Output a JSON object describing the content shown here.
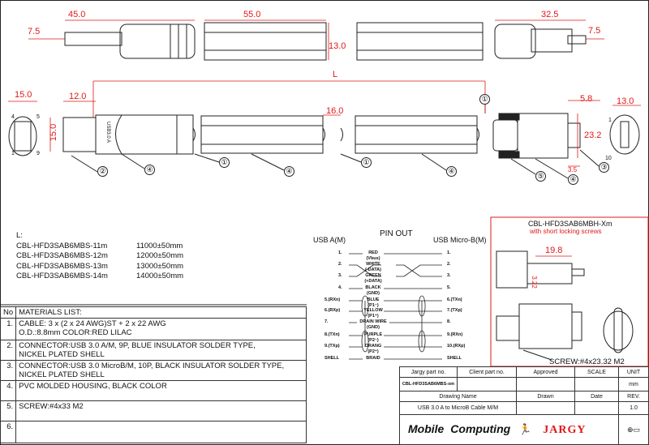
{
  "dimensions": {
    "top_a_len": "45.0",
    "top_a_tip": "7.5",
    "top_mid_len": "55.0",
    "top_mid_h": "13.0",
    "top_b_len": "32.5",
    "top_b_tip": "7.5",
    "overall": "L",
    "a_face_w": "15.0",
    "a_plug_len": "12.0",
    "a_plug_h": "15.0",
    "mid_16": "16.0",
    "b_5_8": "5.8",
    "b_h": "23.2",
    "b_3_5": "3.5",
    "b_face_w": "13.0",
    "alt_len": "19.8",
    "alt_h": "3.22"
  },
  "balloons": [
    "①",
    "②",
    "③",
    "④",
    "⑤"
  ],
  "pin_labels": {
    "a_face": [
      "4",
      "5",
      "1",
      "9"
    ],
    "b_face": [
      "1",
      "10"
    ]
  },
  "plug_marking": "USB3.0 A",
  "lengths": {
    "heading": "L:",
    "rows": [
      {
        "part": "CBL-HFD3SAB6MBS-11m",
        "length": "11000±50mm"
      },
      {
        "part": "CBL-HFD3SAB6MBS-12m",
        "length": "12000±50mm"
      },
      {
        "part": "CBL-HFD3SAB6MBS-13m",
        "length": "13000±50mm"
      },
      {
        "part": "CBL-HFD3SAB6MBS-14m",
        "length": "14000±50mm"
      }
    ]
  },
  "pinout": {
    "title": "PIN OUT",
    "left_title": "USB A(M)",
    "right_title": "USB Micro-B(M)",
    "rows": [
      {
        "l": "1.",
        "c": "RED",
        "s": "(Vbus)",
        "r": "1."
      },
      {
        "l": "2.",
        "c": "WHITE",
        "s": "(-DATA)",
        "r": "2."
      },
      {
        "l": "3.",
        "c": "GREEN",
        "s": "(+DATA)",
        "r": "3."
      },
      {
        "l": "4.",
        "c": "BLACK",
        "s": "(GND)",
        "r": "5."
      },
      {
        "l": "5.(RXn)",
        "c": "BLUE",
        "s": "(P1⁻)",
        "r": "6.(TXn)"
      },
      {
        "l": "6.(RXp)",
        "c": "YELLOW",
        "s": "(P1⁺)",
        "r": "7.(TXp)"
      },
      {
        "l": "7.",
        "c": "DRAIN WIRE",
        "s": "(GND)",
        "r": "8."
      },
      {
        "l": "8.(TXn)",
        "c": "PURPLE",
        "s": "(P2⁻)",
        "r": "9.(RXn)"
      },
      {
        "l": "9.(TXp)",
        "c": "ORANG",
        "s": "(P2⁺)",
        "r": "10.(RXp)"
      },
      {
        "l": "SHELL",
        "c": "BRAID",
        "s": "",
        "r": "SHELL"
      }
    ]
  },
  "alt": {
    "title": "CBL-HFD3SAB6MBH-Xm",
    "subtitle": "with short locking screws",
    "screw": "SCREW:#4x23.32 M2"
  },
  "materials": {
    "no_header": "No",
    "header": "MATERIALS LIST:",
    "rows": [
      {
        "no": "1.",
        "lines": [
          "CABLE: 3 x (2 x 24 AWG)ST + 2 x 22 AWG",
          "O.D.:8.8mm COLOR:RED LILAC"
        ]
      },
      {
        "no": "2.",
        "lines": [
          "CONNECTOR:USB 3.0 A/M, 9P, BLUE INSULATOR SOLDER TYPE,",
          "NICKEL PLATED SHELL"
        ]
      },
      {
        "no": "3.",
        "lines": [
          "CONNECTOR:USB 3.0 MicroB/M, 10P, BLACK INSULATOR SOLDER TYPE,",
          "NICKEL PLATED SHELL"
        ]
      },
      {
        "no": "4.",
        "lines": [
          "PVC MOLDED HOUSING, BLACK COLOR",
          ""
        ]
      },
      {
        "no": "5.",
        "lines": [
          "SCREW:#4x33 M2",
          ""
        ]
      },
      {
        "no": "6.",
        "lines": [
          "",
          ""
        ]
      }
    ]
  },
  "title_block": {
    "jargy_part_label": "Jargy part no.",
    "client_part_label": "Client part no.",
    "approved_label": "Approved",
    "scale_label": "SCALE",
    "unit_label": "UNIT",
    "jargy_part": "CBL-HFD3SAB6MBS-xm",
    "unit": "mm",
    "drawing_name_label": "Drawing Name",
    "drawn_label": "Drawn",
    "date_label": "Date",
    "rev_label": "REV.",
    "drawing_name": "USB 3.0 A to MicroB Cable M/M",
    "rev": "1.0",
    "logo1": "Mobile",
    "logo2": "Computing",
    "logo3": "JARGY"
  },
  "colors": {
    "dim": "#e01818",
    "line": "#222"
  }
}
